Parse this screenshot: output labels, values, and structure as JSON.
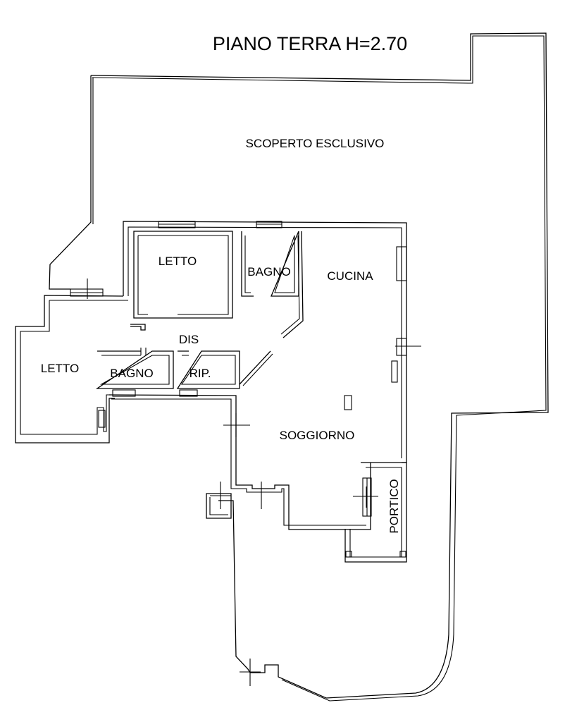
{
  "title": "PIANO TERRA H=2.70",
  "rooms": {
    "scoperto": "SCOPERTO ESCLUSIVO",
    "letto_top": "LETTO",
    "bagno_top": "BAGNO",
    "cucina": "CUCINA",
    "dis": "DIS",
    "letto_left": "LETTO",
    "bagno_small": "BAGNO",
    "rip": "RIP.",
    "soggiorno": "SOGGIORNO",
    "portico": "PORTICO"
  }
}
